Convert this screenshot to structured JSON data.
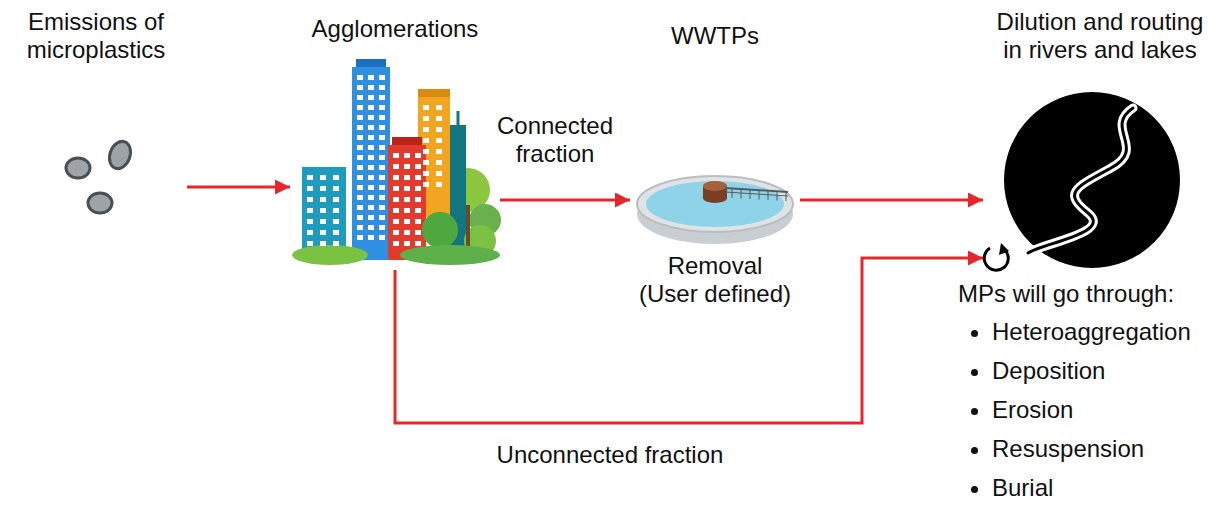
{
  "diagram": {
    "nodes": [
      {
        "text": [
          "Emissions of microplastics"
        ]
      },
      {
        "text": [
          "Agglomerations"
        ]
      },
      {
        "text": [
          "WWTPs",
          "Removal (User defined)"
        ]
      },
      {
        "text": [
          "Dilution and routing in rivers and lakes"
        ]
      }
    ],
    "edges": [
      {
        "from": 0,
        "to": 1,
        "arrow": "to"
      },
      {
        "from": 1,
        "to": 2,
        "label": "Connected fraction",
        "arrow": "to"
      },
      {
        "from": 2,
        "to": 3,
        "arrow": "to"
      },
      {
        "from": 1,
        "to": 3,
        "label": "Unconnected fraction",
        "arrow": "to"
      }
    ],
    "labels": [
      "MPs will go through:",
      "Heteroaggregation",
      "Deposition",
      "Erosion",
      "Resuspension",
      "Burial"
    ]
  }
}
